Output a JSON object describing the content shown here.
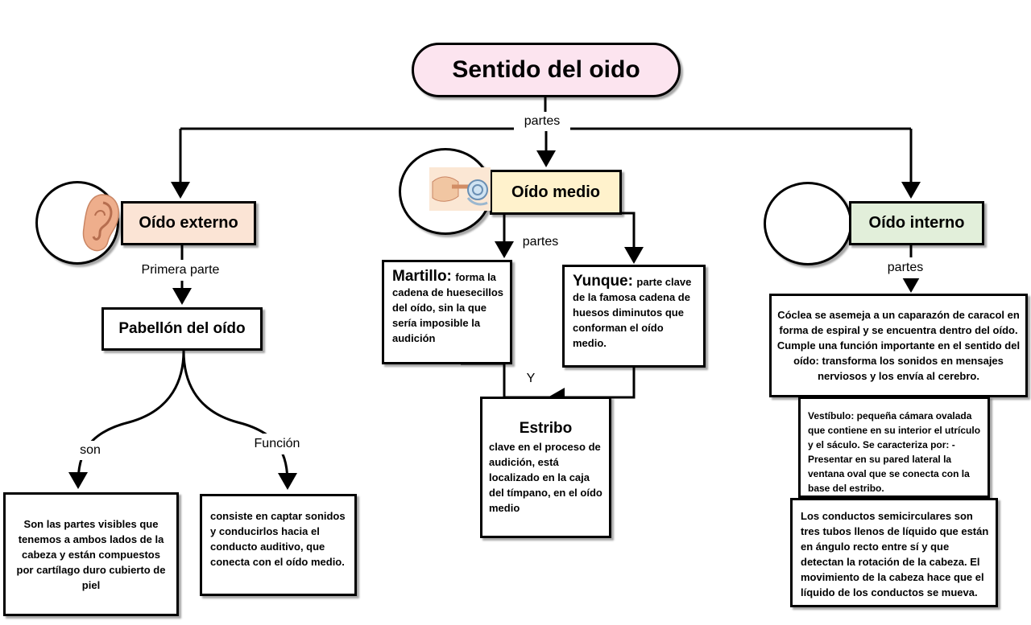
{
  "title": "Sentido del oido",
  "connectors": {
    "partes_top": "partes",
    "partes_medio": "partes",
    "partes_interno": "partes",
    "primera_parte": "Primera parte",
    "son": "son",
    "funcion": "Función",
    "y": "Y"
  },
  "externo": {
    "header": "Oído externo",
    "pabellon": "Pabellón del oído",
    "son_text": "Son las partes visibles que tenemos a ambos lados de la cabeza y están compuestos por cartílago duro cubierto de piel",
    "funcion_text": "consiste en captar sonidos y conducirlos hacia el conducto auditivo, que conecta con el oído medio."
  },
  "medio": {
    "header": "Oído medio",
    "martillo_title": "Martillo:",
    "martillo_text": "forma la cadena de huesecillos del oído, sin la que sería imposible la audición",
    "yunque_title": "Yunque:",
    "yunque_text": "parte clave de la famosa cadena de huesos diminutos que conforman el oído medio.",
    "estribo_title": "Estribo",
    "estribo_text": "clave en el proceso de audición, está localizado en la caja del tímpano, en el oído medio"
  },
  "interno": {
    "header": "Oído interno",
    "coclea": "Cóclea se asemeja a un caparazón de caracol en forma de espiral y se encuentra dentro del oído. Cumple una función importante en el sentido del oído: transforma los sonidos en mensajes nerviosos y los envía al cerebro.",
    "vestibulo": "Vestíbulo: pequeña cámara ovalada que contiene en su interior el utrículo y el sáculo. Se caracteriza por: - Presentar en su pared lateral la ventana oval que se conecta con la base del estribo.",
    "conductos": "Los conductos semicirculares son tres tubos llenos de líquido que están en ángulo recto entre sí y que detectan la rotación de la cabeza. El movimiento de la cabeza hace que el líquido de los conductos se mueva."
  },
  "colors": {
    "title_bg": "#fce4ef",
    "externo_bg": "#fbe4d5",
    "medio_bg": "#fff2cc",
    "interno_bg": "#e2efda"
  },
  "icons": [
    "ear-icon",
    "ear-anatomy-icon"
  ]
}
